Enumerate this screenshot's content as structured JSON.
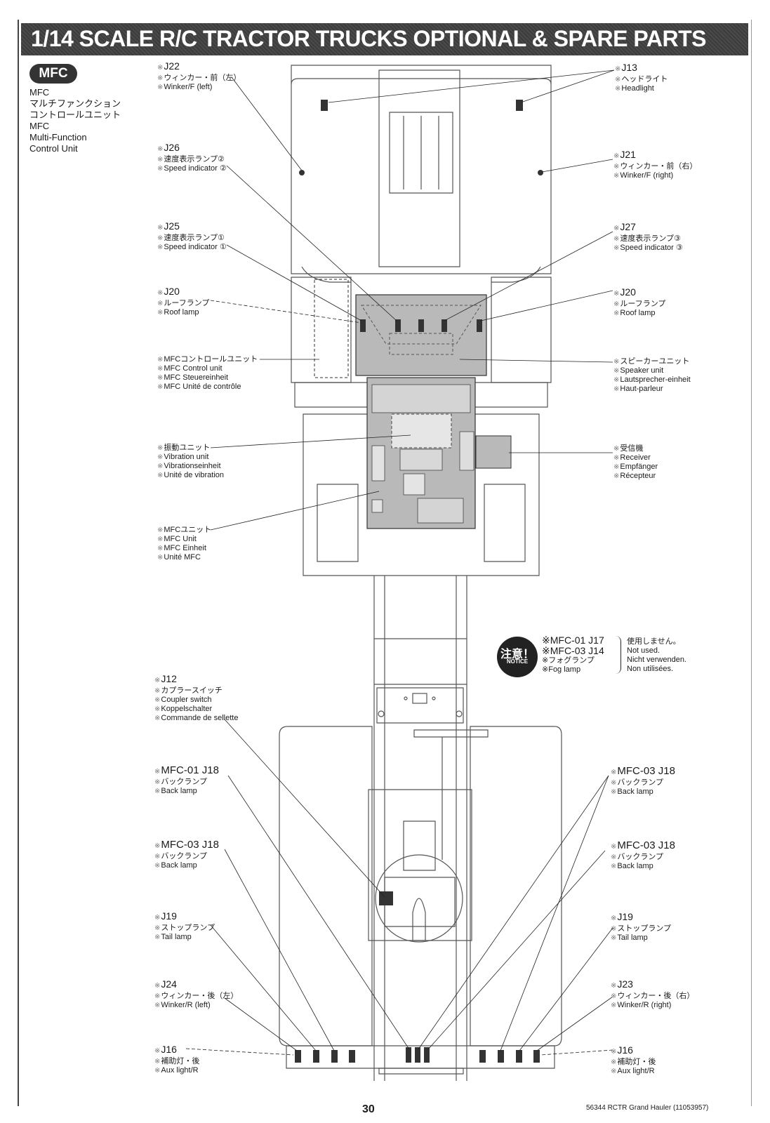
{
  "header": {
    "title": "1/14 SCALE R/C TRACTOR TRUCKS OPTIONAL & SPARE PARTS"
  },
  "mfc": {
    "badge": "MFC",
    "lines": [
      "MFC",
      "マルチファンクション",
      "コントロールユニット",
      "MFC",
      "Multi-Function",
      "Control Unit"
    ]
  },
  "labels_left": [
    {
      "code": "J22",
      "lines": [
        "ウィンカー・前（左）",
        "Winker/F (left)"
      ]
    },
    {
      "code": "J26",
      "lines": [
        "速度表示ランプ②",
        "Speed indicator ②"
      ]
    },
    {
      "code": "J25",
      "lines": [
        "速度表示ランプ①",
        "Speed indicator ①"
      ]
    },
    {
      "code": "J20",
      "lines": [
        "ルーフランプ",
        "Roof lamp"
      ]
    },
    {
      "code": "",
      "lines": [
        "MFCコントロールユニット",
        "MFC Control unit",
        "MFC Steuereinheit",
        "MFC Unité de contrôle"
      ]
    },
    {
      "code": "",
      "lines": [
        "振動ユニット",
        "Vibration unit",
        "Vibrationseinheit",
        "Unité de vibration"
      ]
    },
    {
      "code": "",
      "lines": [
        "MFCユニット",
        "MFC Unit",
        "MFC Einheit",
        "Unité MFC"
      ]
    },
    {
      "code": "J12",
      "lines": [
        "カプラースイッチ",
        "Coupler switch",
        "Koppelschalter",
        "Commande de sellette"
      ]
    },
    {
      "code": "MFC-01 J18",
      "lines": [
        "バックランプ",
        "Back lamp"
      ]
    },
    {
      "code": "MFC-03 J18",
      "lines": [
        "バックランプ",
        "Back lamp"
      ]
    },
    {
      "code": "J19",
      "lines": [
        "ストップランプ",
        "Tail lamp"
      ]
    },
    {
      "code": "J24",
      "lines": [
        "ウィンカー・後（左）",
        "Winker/R (left)"
      ]
    },
    {
      "code": "J16",
      "lines": [
        "補助灯・後",
        "Aux light/R"
      ]
    }
  ],
  "labels_right": [
    {
      "code": "J13",
      "lines": [
        "ヘッドライト",
        "Headlight"
      ]
    },
    {
      "code": "J21",
      "lines": [
        "ウィンカー・前（右）",
        "Winker/F (right)"
      ]
    },
    {
      "code": "J27",
      "lines": [
        "速度表示ランプ③",
        "Speed indicator ③"
      ]
    },
    {
      "code": "J20",
      "lines": [
        "ルーフランプ",
        "Roof lamp"
      ]
    },
    {
      "code": "",
      "lines": [
        "スピーカーユニット",
        "Speaker unit",
        "Lautsprecher-einheit",
        "Haut-parleur"
      ]
    },
    {
      "code": "",
      "lines": [
        "受信機",
        "Receiver",
        "Empfänger",
        "Récepteur"
      ]
    },
    {
      "code": "MFC-03 J18",
      "lines": [
        "バックランプ",
        "Back lamp"
      ]
    },
    {
      "code": "MFC-03 J18",
      "lines": [
        "バックランプ",
        "Back lamp"
      ]
    },
    {
      "code": "J19",
      "lines": [
        "ストップランプ",
        "Tail lamp"
      ]
    },
    {
      "code": "J23",
      "lines": [
        "ウィンカー・後（右）",
        "Winker/R (right)"
      ]
    },
    {
      "code": "J16",
      "lines": [
        "補助灯・後",
        "Aux light/R"
      ]
    }
  ],
  "notice": {
    "badge_jp": "注意！",
    "badge_en": "NOTICE",
    "codes": [
      "MFC-01 J17",
      "MFC-03 J14"
    ],
    "lines": [
      "フォグランプ",
      "Fog lamp"
    ],
    "right": [
      "使用しません。",
      "Not used.",
      "Nicht verwenden.",
      "Non utilisées."
    ]
  },
  "mark": "※",
  "footer": {
    "page": "30",
    "code": "56344 RCTR Grand Hauler (11053957)"
  },
  "colors": {
    "title_bg": "#444444",
    "panel_gray": "#b9b9b9",
    "line": "#333333"
  }
}
